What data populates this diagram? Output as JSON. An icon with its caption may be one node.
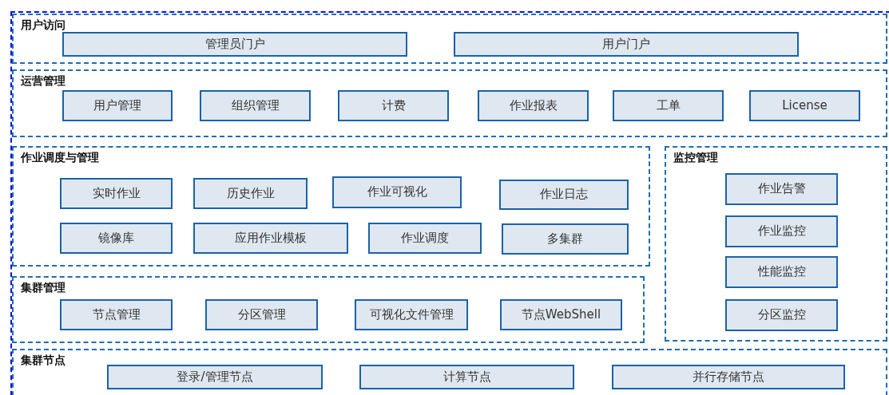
{
  "diagram": {
    "nodes": [
      {
        "text": [
          "用户访问"
        ]
      },
      {
        "text": [
          "管理员门户"
        ],
        "in": 0
      },
      {
        "text": [
          "用户门户"
        ],
        "in": 0
      },
      {
        "text": [
          "运营管理"
        ]
      },
      {
        "text": [
          "用户管理"
        ],
        "in": 3
      },
      {
        "text": [
          "组织管理"
        ],
        "in": 3
      },
      {
        "text": [
          "计费"
        ],
        "in": 3
      },
      {
        "text": [
          "作业报表"
        ],
        "in": 3
      },
      {
        "text": [
          "工单"
        ],
        "in": 3
      },
      {
        "text": [
          "License"
        ],
        "in": 3
      },
      {
        "text": [
          "作业调度与管理"
        ]
      },
      {
        "text": [
          "实时作业"
        ],
        "in": 10
      },
      {
        "text": [
          "历史作业"
        ],
        "in": 10
      },
      {
        "text": [
          "作业可视化"
        ],
        "in": 10
      },
      {
        "text": [
          "作业日志"
        ],
        "in": 10
      },
      {
        "text": [
          "镜像库"
        ],
        "in": 10
      },
      {
        "text": [
          "应用作业模板"
        ],
        "in": 10
      },
      {
        "text": [
          "作业调度"
        ],
        "in": 10
      },
      {
        "text": [
          "多集群"
        ],
        "in": 10
      },
      {
        "text": [
          "监控管理"
        ]
      },
      {
        "text": [
          "作业告警"
        ],
        "in": 19
      },
      {
        "text": [
          "作业监控"
        ],
        "in": 19
      },
      {
        "text": [
          "性能监控"
        ],
        "in": 19
      },
      {
        "text": [
          "分区监控"
        ],
        "in": 19
      },
      {
        "text": [
          "集群管理"
        ]
      },
      {
        "text": [
          "节点管理"
        ],
        "in": 24
      },
      {
        "text": [
          "分区管理"
        ],
        "in": 24
      },
      {
        "text": [
          "可视化文件管理"
        ],
        "in": 24
      },
      {
        "text": [
          "节点WebShell"
        ],
        "in": 24
      },
      {
        "text": [
          "集群节点"
        ]
      },
      {
        "text": [
          "登录/管理节点"
        ],
        "in": 29
      },
      {
        "text": [
          "计算节点"
        ],
        "in": 29
      },
      {
        "text": [
          "并行存储节点"
        ],
        "in": 29
      }
    ],
    "edges": []
  }
}
